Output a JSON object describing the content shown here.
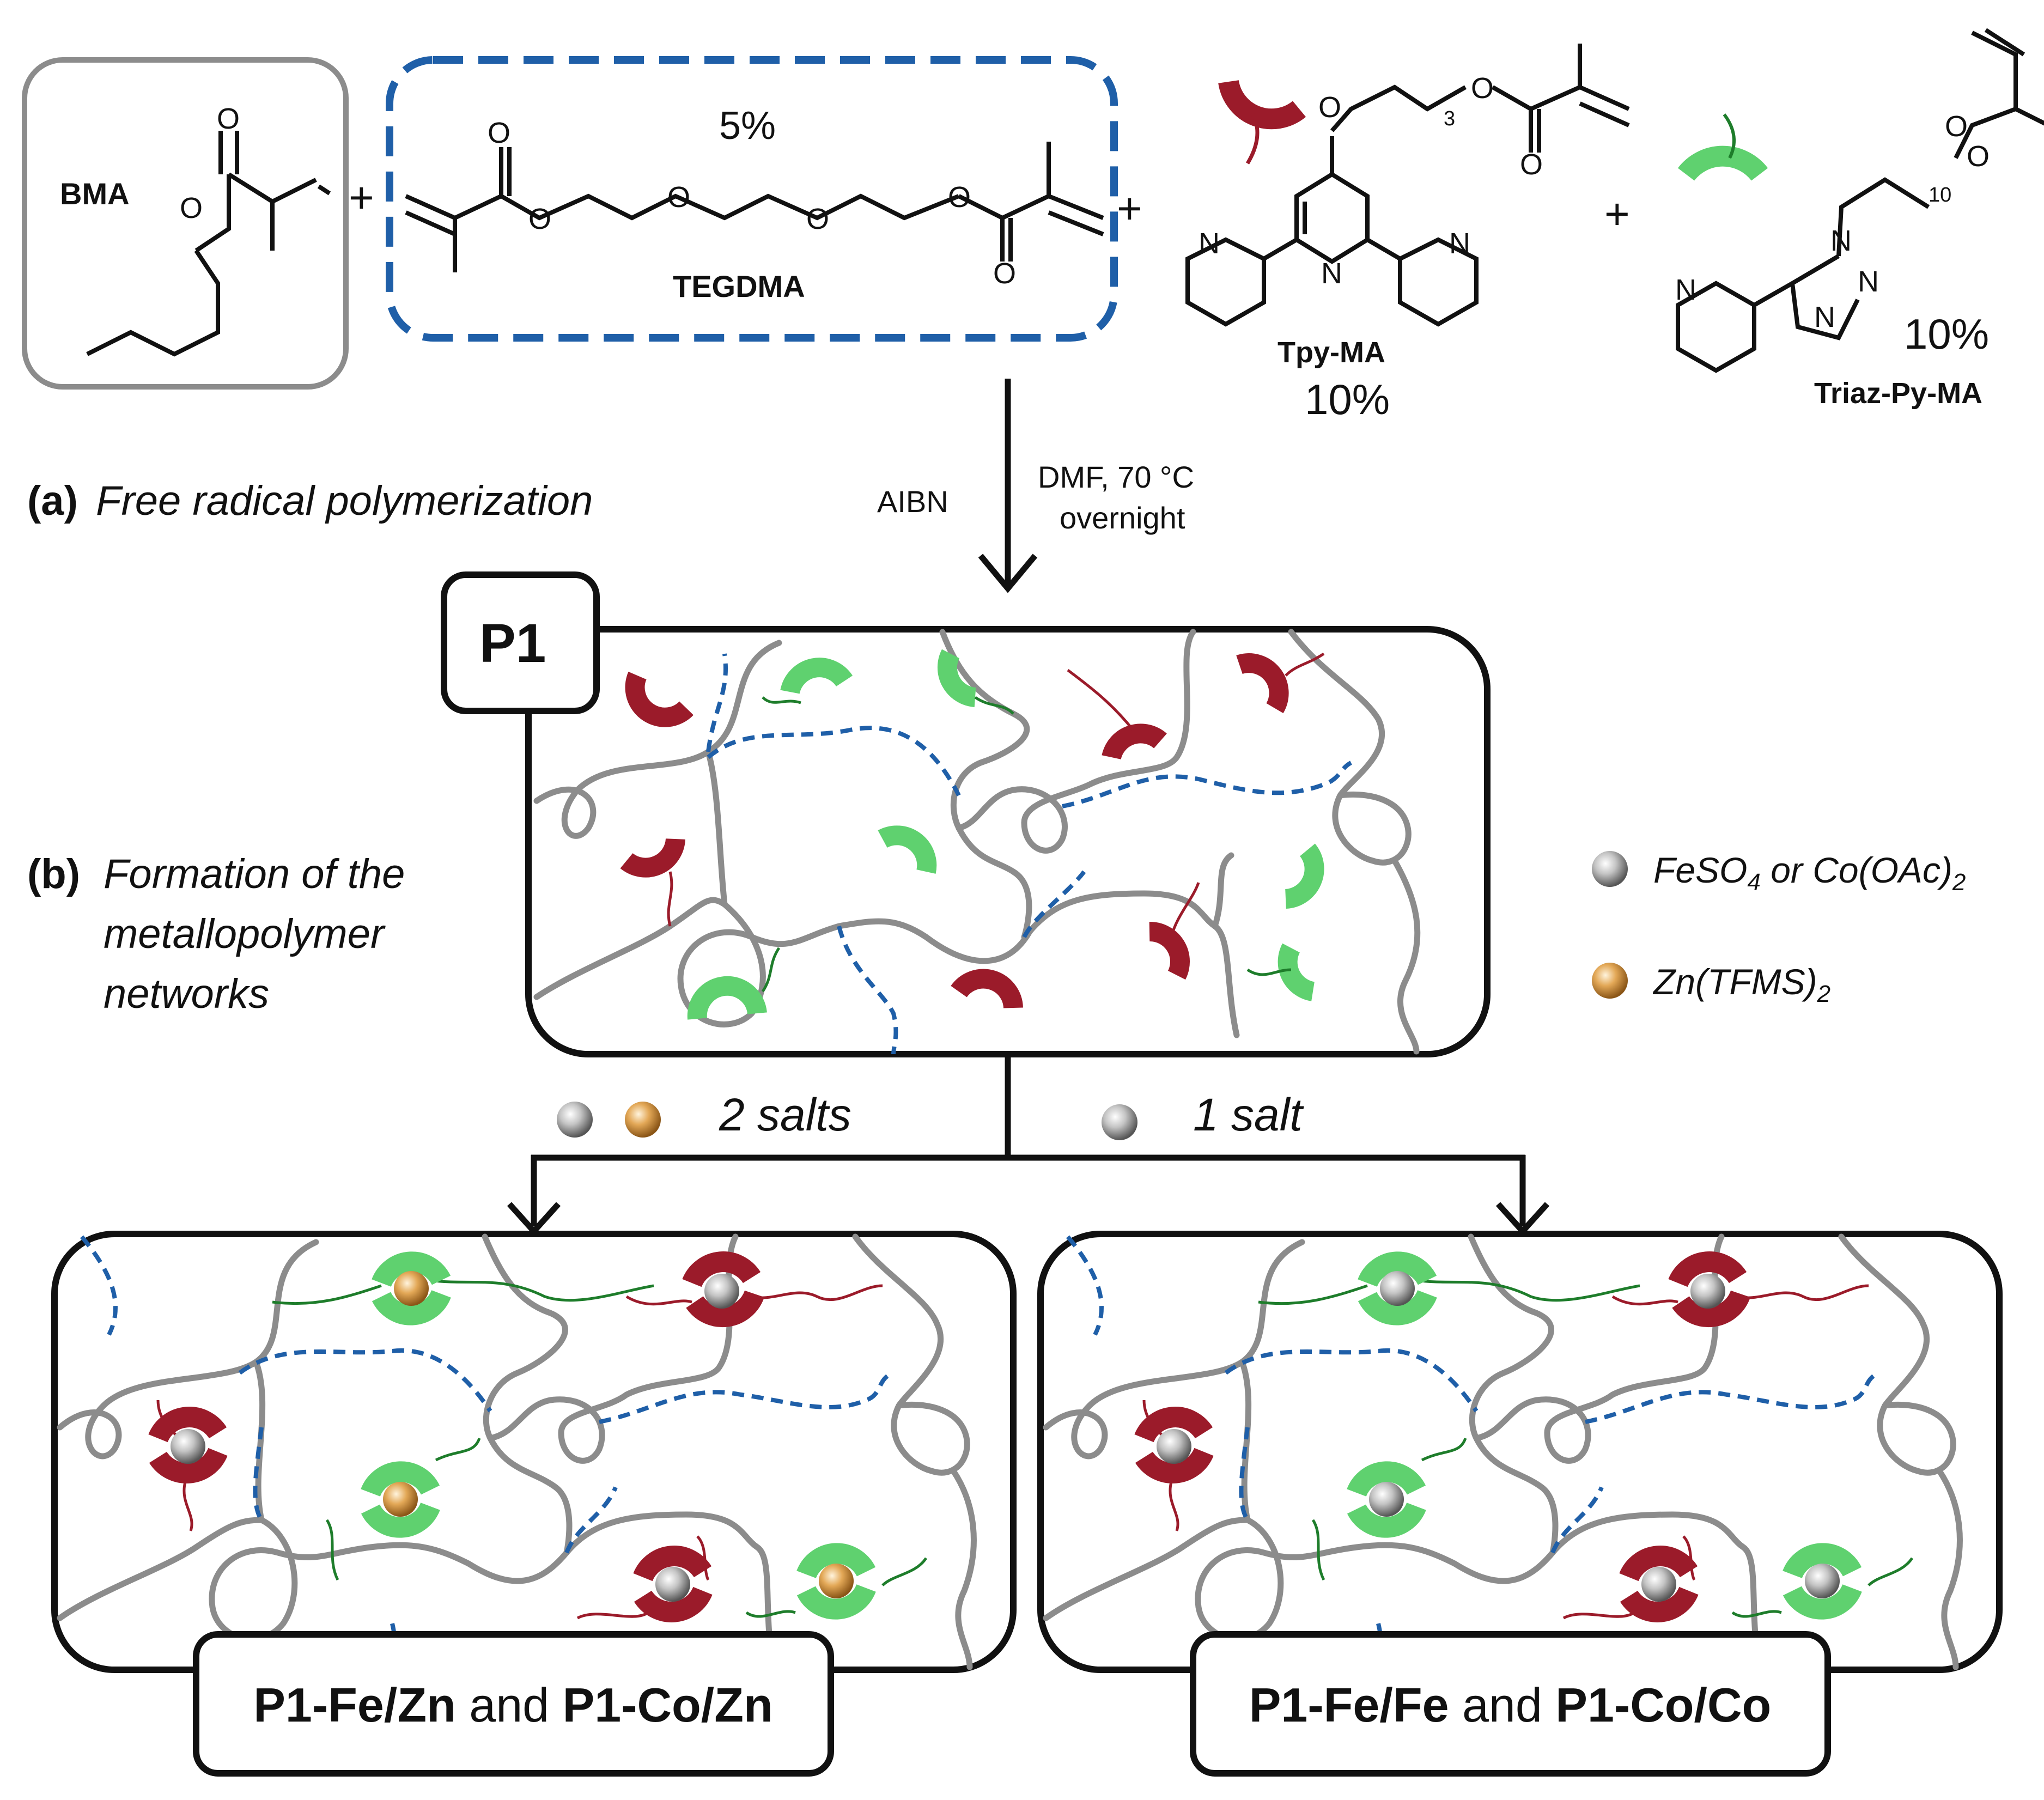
{
  "monomers": {
    "bma": "BMA",
    "tegdma": "TEGDMA",
    "tegdma_pct": "5%",
    "tpy": "Tpy-MA",
    "tpy_pct": "10%",
    "triaz": "Triaz-Py-MA",
    "triaz_pct": "10%",
    "plus": "+",
    "n": "N",
    "o": "O",
    "sub3": "3",
    "sub10": "10"
  },
  "reaction": {
    "reagent": "AIBN",
    "cond1": "DMF, 70 °C",
    "cond2": "overnight"
  },
  "steps": {
    "a_letter": "(a)",
    "a_text": "Free radical polymerization",
    "b_letter": "(b)",
    "b_line1": "Formation of the",
    "b_line2": "metallopolymer",
    "b_line3": "networks"
  },
  "legend": {
    "grey_main": "FeSO",
    "grey_sub1": "4",
    "grey_mid": " or Co(OAc)",
    "grey_sub2": "2",
    "orange_main": "Zn(TFMS)",
    "orange_sub": "2"
  },
  "branch": {
    "two_salts": "2 salts",
    "one_salt": "1 salt"
  },
  "products": {
    "p1": "P1",
    "left_a": "P1-Fe/Zn",
    "left_and": " and ",
    "left_b": "P1-Co/Zn",
    "right_a": "P1-Fe/Fe",
    "right_and": " and ",
    "right_b": "P1-Co/Co"
  },
  "colors": {
    "tpy_red": "#9b1b2a",
    "triaz_green": "#5fd16f",
    "chain_grey": "#8c8c8c",
    "crosslink_blue": "#1f5fa8",
    "metal_grey": "#bdbdbd",
    "metal_orange": "#e0a24a"
  }
}
